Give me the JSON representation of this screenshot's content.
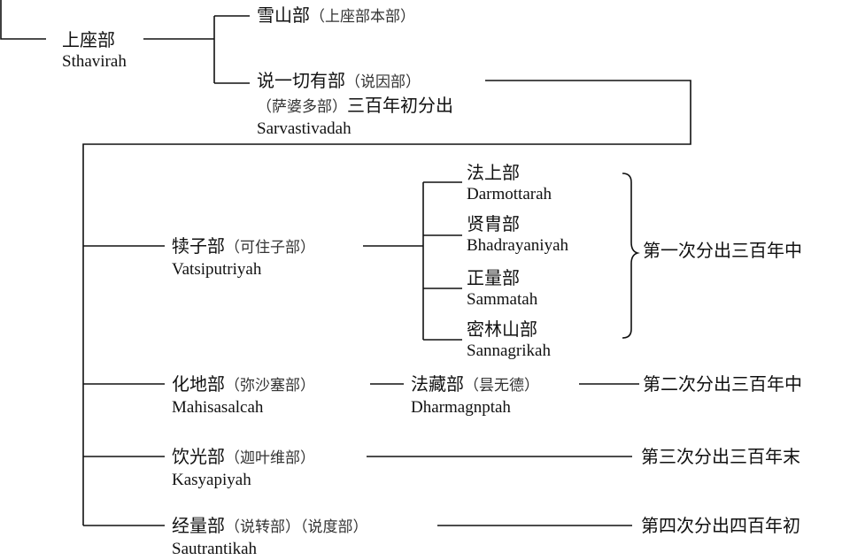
{
  "root": {
    "zh": "上座部",
    "en": "Sthavirah"
  },
  "xueshan": {
    "zh": "雪山部",
    "paren": "（上座部本部）"
  },
  "sarva": {
    "zh": "说一切有部",
    "paren": "（说因部）",
    "line2_paren": "（萨婆多部）",
    "line2_text": "三百年初分出",
    "en": "Sarvastivadah"
  },
  "vatsi": {
    "zh": "犊子部",
    "paren": "（可住子部）",
    "en": "Vatsiputriyah"
  },
  "vatsi_children": [
    {
      "zh": "法上部",
      "en": "Darmottarah"
    },
    {
      "zh": "贤胄部",
      "en": "Bhadrayaniyah"
    },
    {
      "zh": "正量部",
      "en": "Sammatah"
    },
    {
      "zh": "密林山部",
      "en": "Sannagrikah"
    }
  ],
  "brace_label": "第一次分出三百年中",
  "mahi": {
    "zh": "化地部",
    "paren": "（弥沙塞部）",
    "en": "Mahisasalcah"
  },
  "dharma": {
    "zh": "法藏部",
    "paren": "（昙无德）",
    "en": "Dharmagnptah"
  },
  "mahi_label": "第二次分出三百年中",
  "kasya": {
    "zh": "饮光部",
    "paren": "（迦叶维部）",
    "en": "Kasyapiyah"
  },
  "kasya_label": "第三次分出三百年末",
  "sautr": {
    "zh": "经量部",
    "paren1": "（说转部）",
    "paren2": "（说度部）",
    "en": "Sautrantikah"
  },
  "sautr_label": "第四次分出四百年初"
}
